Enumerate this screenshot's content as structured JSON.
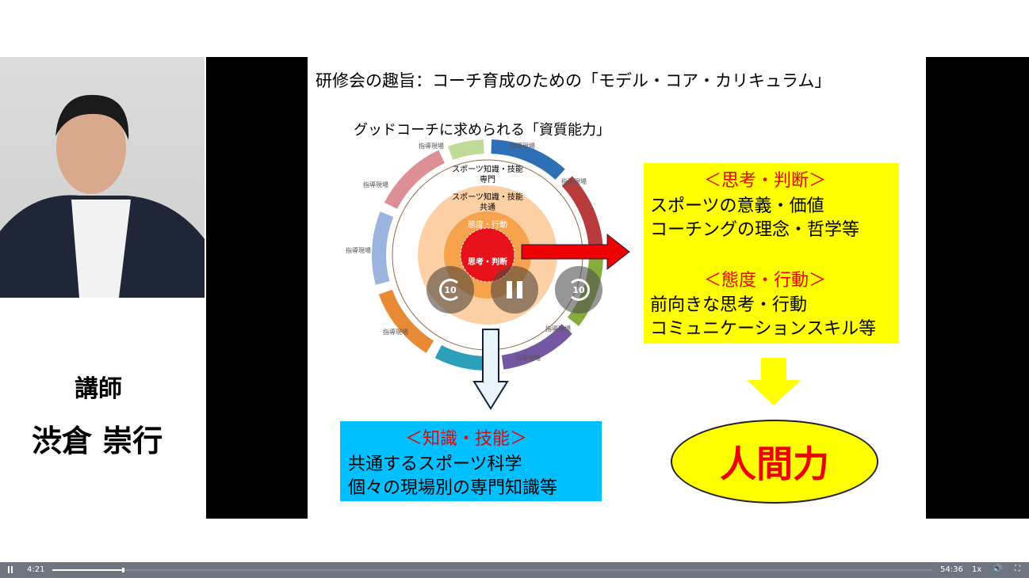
{
  "presenter": {
    "role": "講師",
    "name": "渋倉 崇行"
  },
  "slide": {
    "title": "研修会の趣旨：コーチ育成のための「モデル・コア・カリキュラム」",
    "subtitle": "グッドコーチに求められる「資質能力」",
    "diagram": {
      "ring_label": "指導現場",
      "outer_label": "スポーツ知識・技能",
      "outer_sub": "専門",
      "common_label": "スポーツ知識・技能",
      "common_sub": "共通",
      "attitude": "態度・行動",
      "thinking": "思考・判断"
    },
    "box_right": {
      "h1": "＜思考・判断＞",
      "l1": "スポーツの意義・価値",
      "l2": "コーチングの理念・哲学等",
      "h2": "＜態度・行動＞",
      "l3": "前向きな思考・行動",
      "l4": "コミュニケーションスキル等"
    },
    "box_bottom": {
      "h": "＜知識・技能＞",
      "l1": "共通するスポーツ科学",
      "l2": "個々の現場別の専門知識等"
    },
    "result": "人間力"
  },
  "overlay": {
    "rewind": "10",
    "forward": "10"
  },
  "controls": {
    "current_time": "4:21",
    "duration": "54:36",
    "speed": "1x",
    "progress": 0.08
  }
}
